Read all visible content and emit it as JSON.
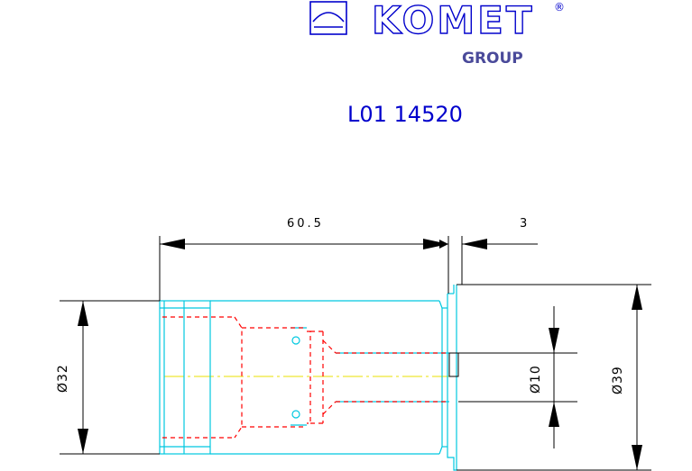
{
  "brand": {
    "name": "KOMET",
    "registered_mark": "®",
    "group_label": "GROUP"
  },
  "drawing": {
    "part_number": "L01 14520"
  },
  "dimensions": {
    "overall_length": "60.5",
    "flange_length": "3",
    "shank_diameter": "Ø32",
    "bore_diameter": "Ø10",
    "flange_diameter": "Ø39"
  },
  "colors": {
    "brand": "#0000cc",
    "title": "#0000cc",
    "dimension": "#000000",
    "outline": "#00c8e0",
    "hidden": "#ff0000",
    "centerline": "#e8e000"
  }
}
